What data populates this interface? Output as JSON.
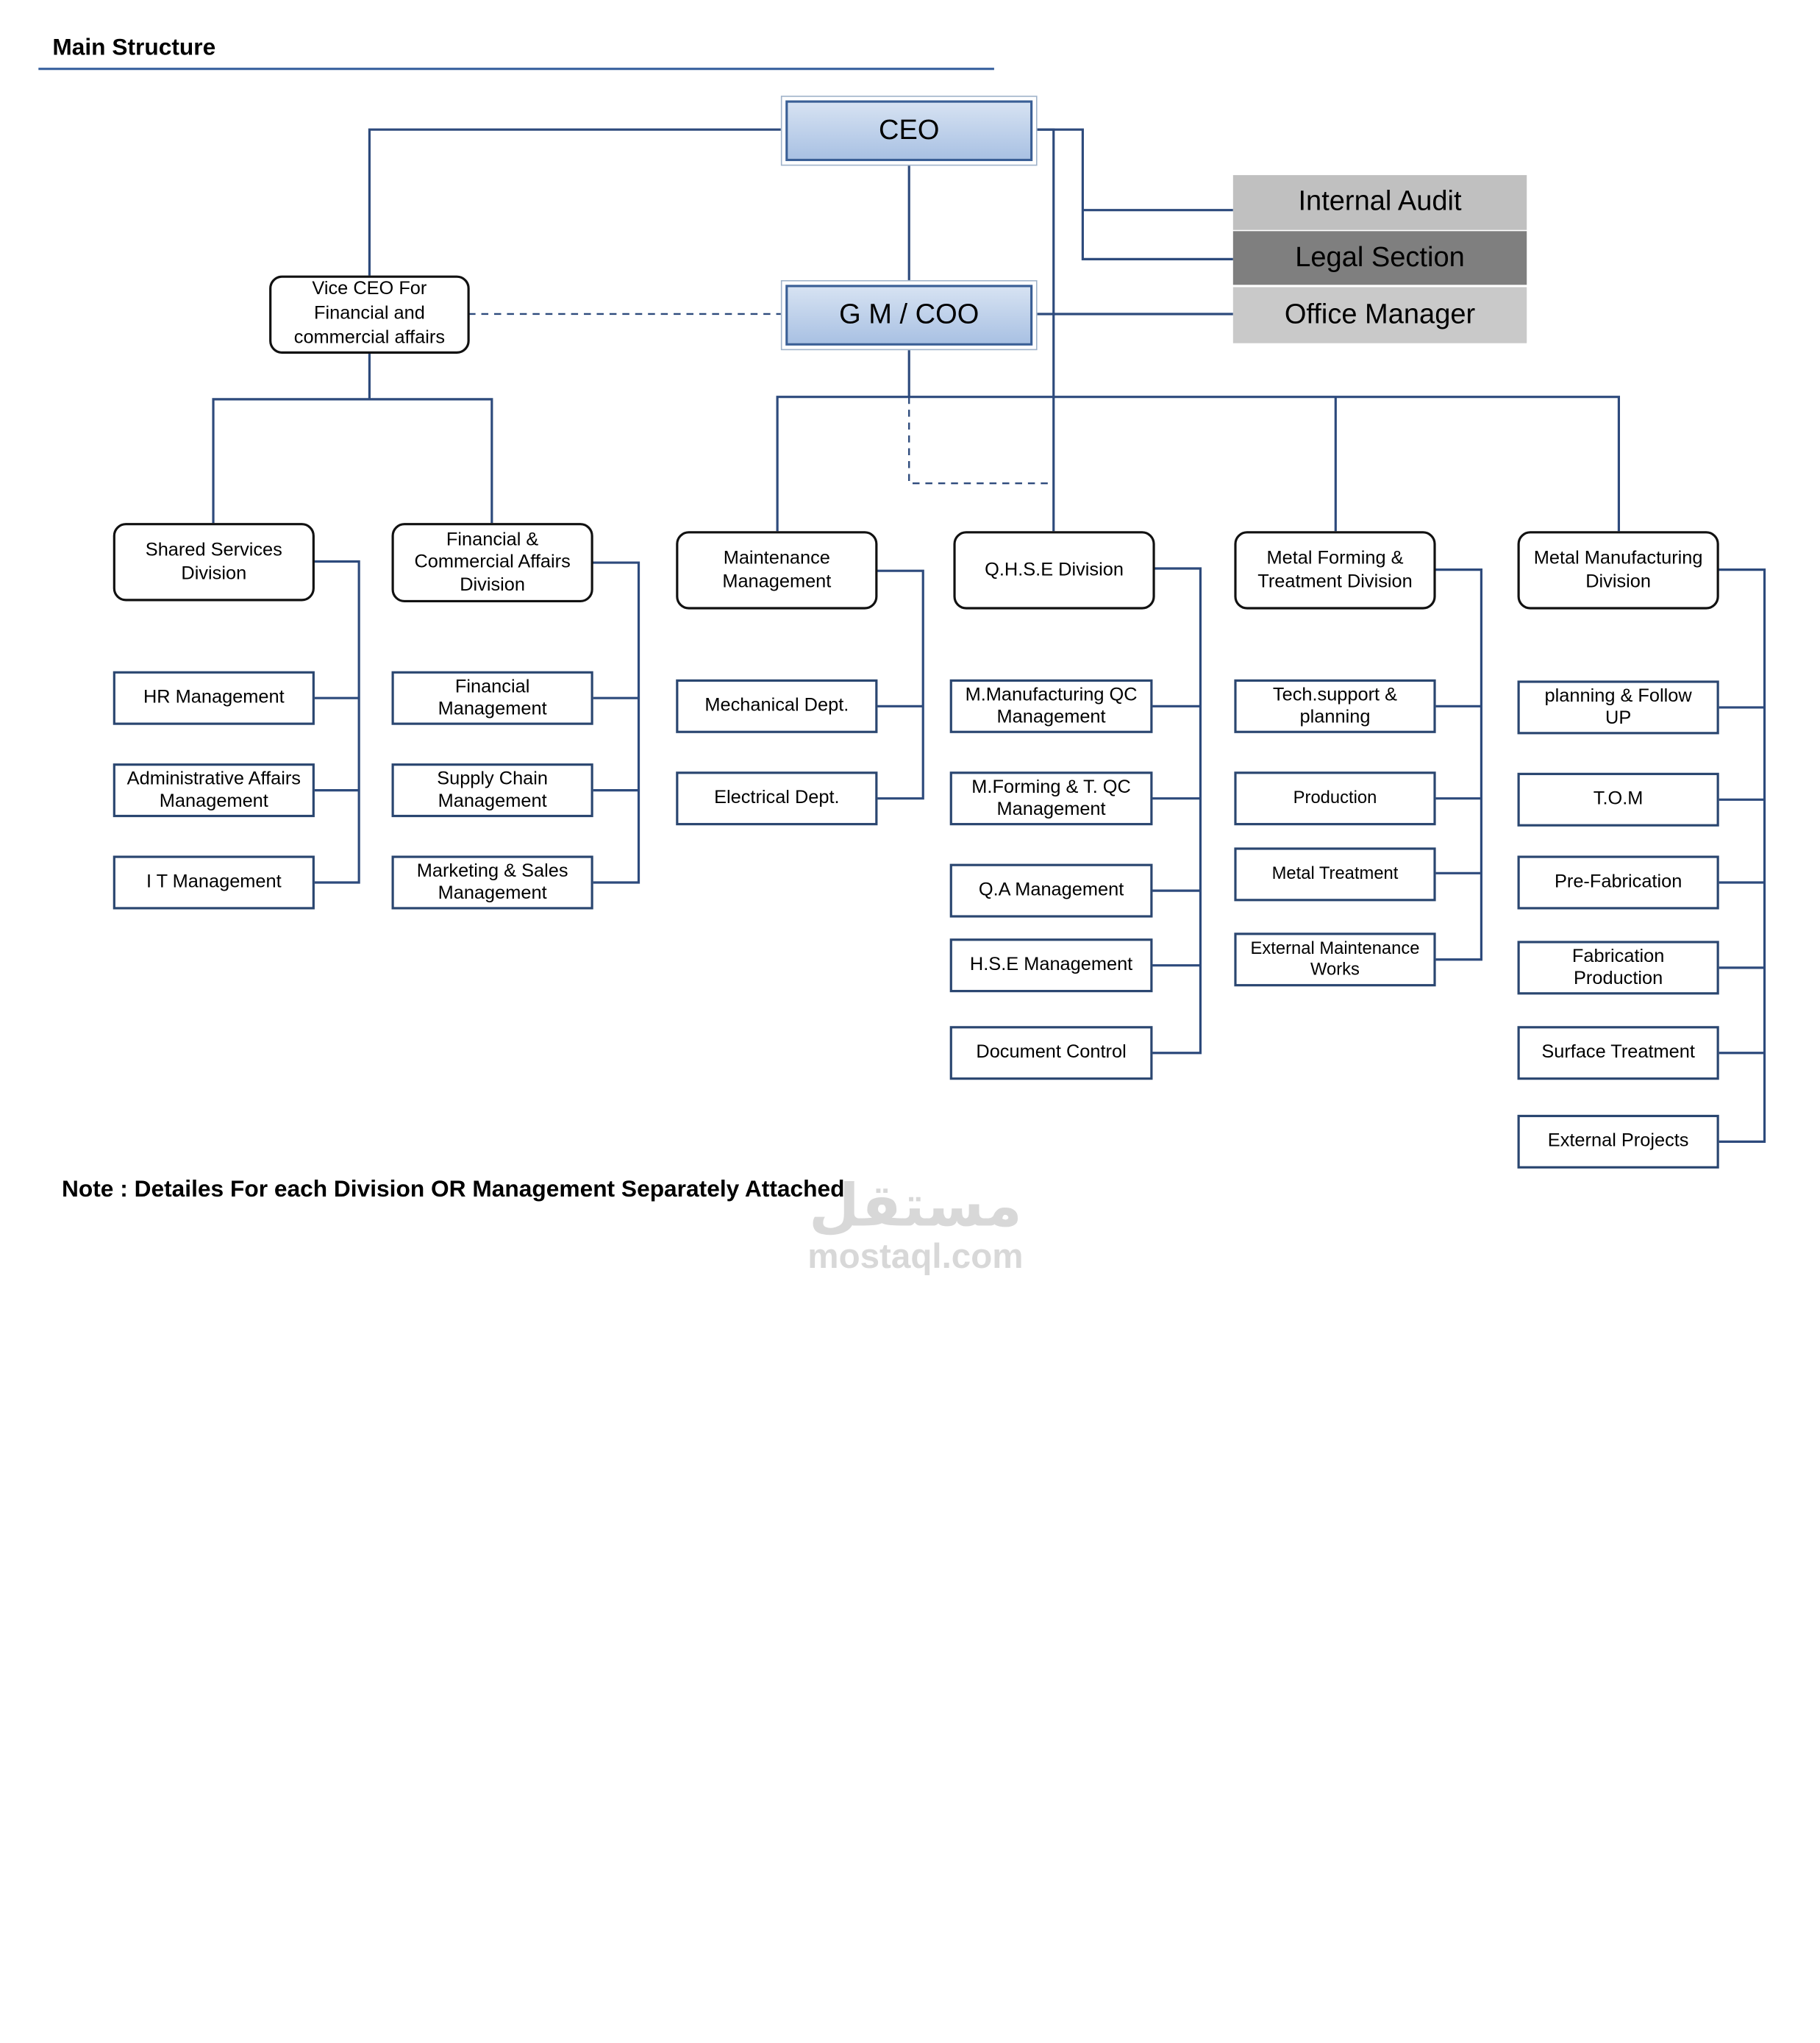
{
  "header": {
    "title": "Main Structure"
  },
  "note": "Note : Detailes For each Division OR Management Separately Attached",
  "watermark": {
    "arabic": "مستقل",
    "latin": "mostaql.com"
  },
  "colors": {
    "line": "#2d4a7c",
    "exec_fill_top": "#d6e2f2",
    "exec_fill_bottom": "#a9c1e3",
    "internal_audit": "#c0c0c0",
    "legal_section": "#7f7f7f",
    "office_manager": "#c9c9c9"
  },
  "executives": {
    "ceo": "CEO",
    "gm": "G M / COO",
    "vice": "Vice CEO For\nFinancial and\ncommercial affairs"
  },
  "side_units": {
    "internal_audit": "Internal Audit",
    "legal_section": "Legal Section",
    "office_manager": "Office Manager"
  },
  "divisions": {
    "shared_services": {
      "title": "Shared Services\nDivision",
      "units": [
        "HR Management",
        "Administrative Affairs\nManagement",
        "I T Management"
      ]
    },
    "financial_commercial": {
      "title": "Financial &\nCommercial Affairs\nDivision",
      "units": [
        "Financial\nManagement",
        "Supply Chain\nManagement",
        "Marketing & Sales\nManagement"
      ]
    },
    "maintenance": {
      "title": "Maintenance\nManagement",
      "units": [
        "Mechanical Dept.",
        "Electrical Dept."
      ]
    },
    "qhse": {
      "title": "Q.H.S.E  Division",
      "units": [
        "M.Manufacturing QC\nManagement",
        "M.Forming & T. QC\nManagement",
        "Q.A Management",
        "H.S.E Management",
        "Document Control"
      ]
    },
    "metal_forming": {
      "title": "Metal Forming &\nTreatment Division",
      "units": [
        "Tech.support &\nplanning",
        "Production",
        "Metal Treatment",
        "External Maintenance\nWorks"
      ]
    },
    "metal_manufacturing": {
      "title": "Metal Manufacturing\nDivision",
      "units": [
        "planning & Follow\nUP",
        "T.O.M",
        "Pre-Fabrication",
        "Fabrication\nProduction",
        "Surface Treatment",
        "External Projects"
      ]
    }
  }
}
